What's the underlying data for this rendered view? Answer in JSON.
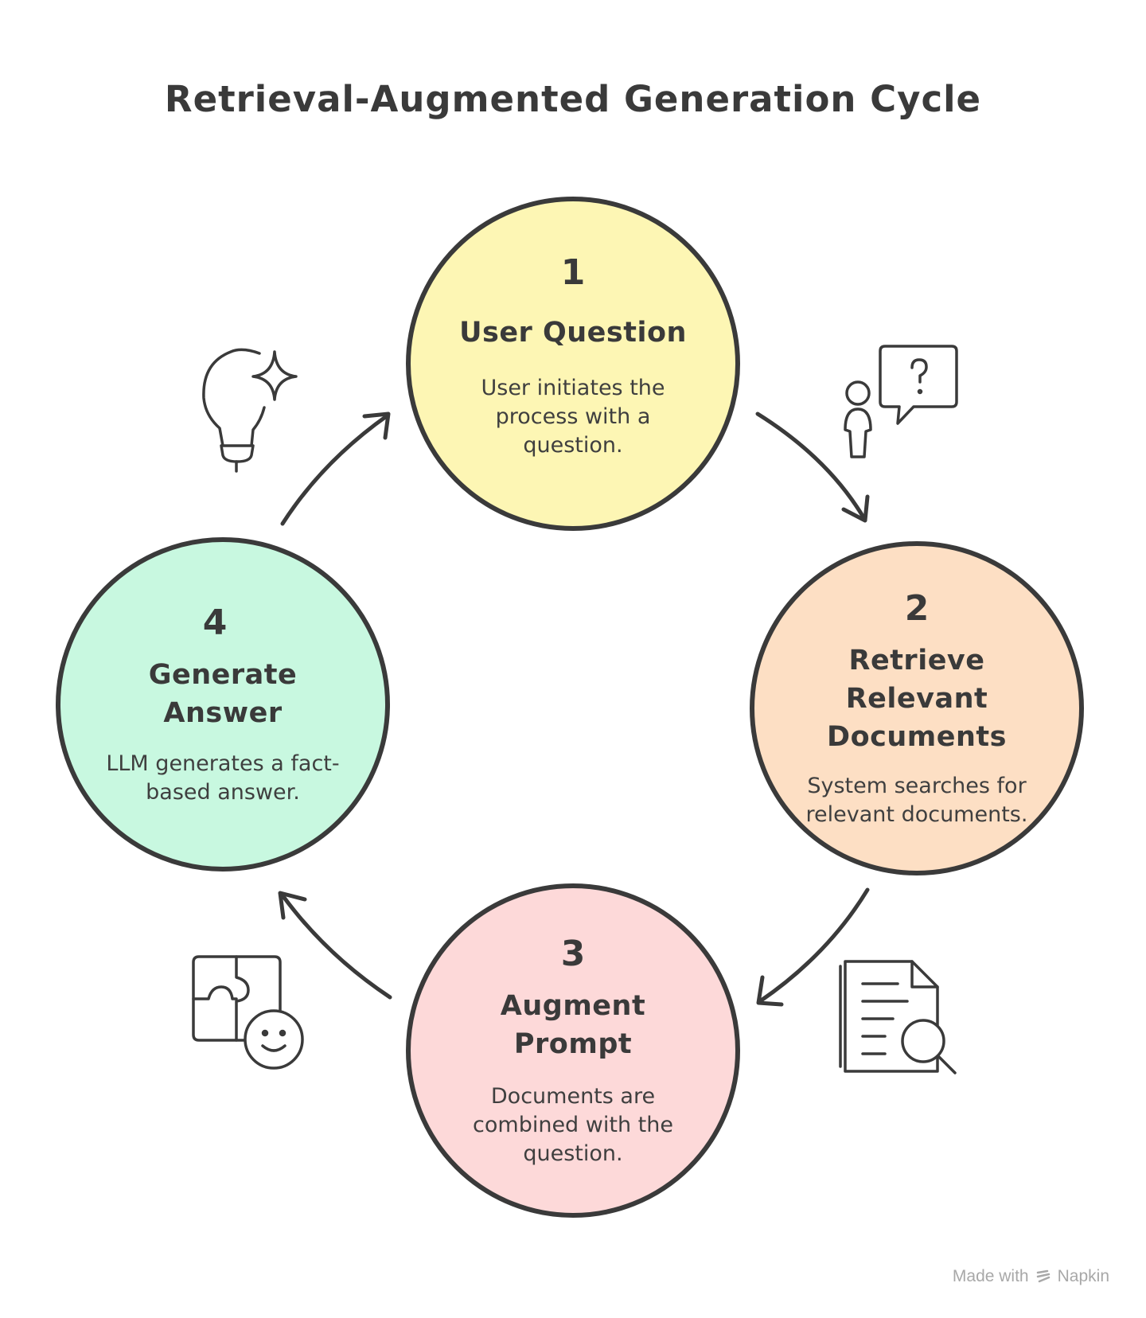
{
  "title": "Retrieval-Augmented Generation Cycle",
  "steps": [
    {
      "number": "1",
      "title": "User Question",
      "description": "User initiates the process with a question.",
      "color": "#FDF6B4",
      "icon": "user-question-icon"
    },
    {
      "number": "2",
      "title": "Retrieve Relevant Documents",
      "description": "System searches for relevant documents.",
      "color": "#FDDFC4",
      "icon": "document-search-icon"
    },
    {
      "number": "3",
      "title": "Augment Prompt",
      "description": "Documents are combined with the question.",
      "color": "#FDD9D9",
      "icon": "puzzle-face-icon"
    },
    {
      "number": "4",
      "title": "Generate Answer",
      "description": "LLM generates a fact-based answer.",
      "color": "#C8F8E0",
      "icon": "lightbulb-sparkle-icon"
    }
  ],
  "footer": {
    "made_with": "Made with",
    "brand": "Napkin"
  }
}
